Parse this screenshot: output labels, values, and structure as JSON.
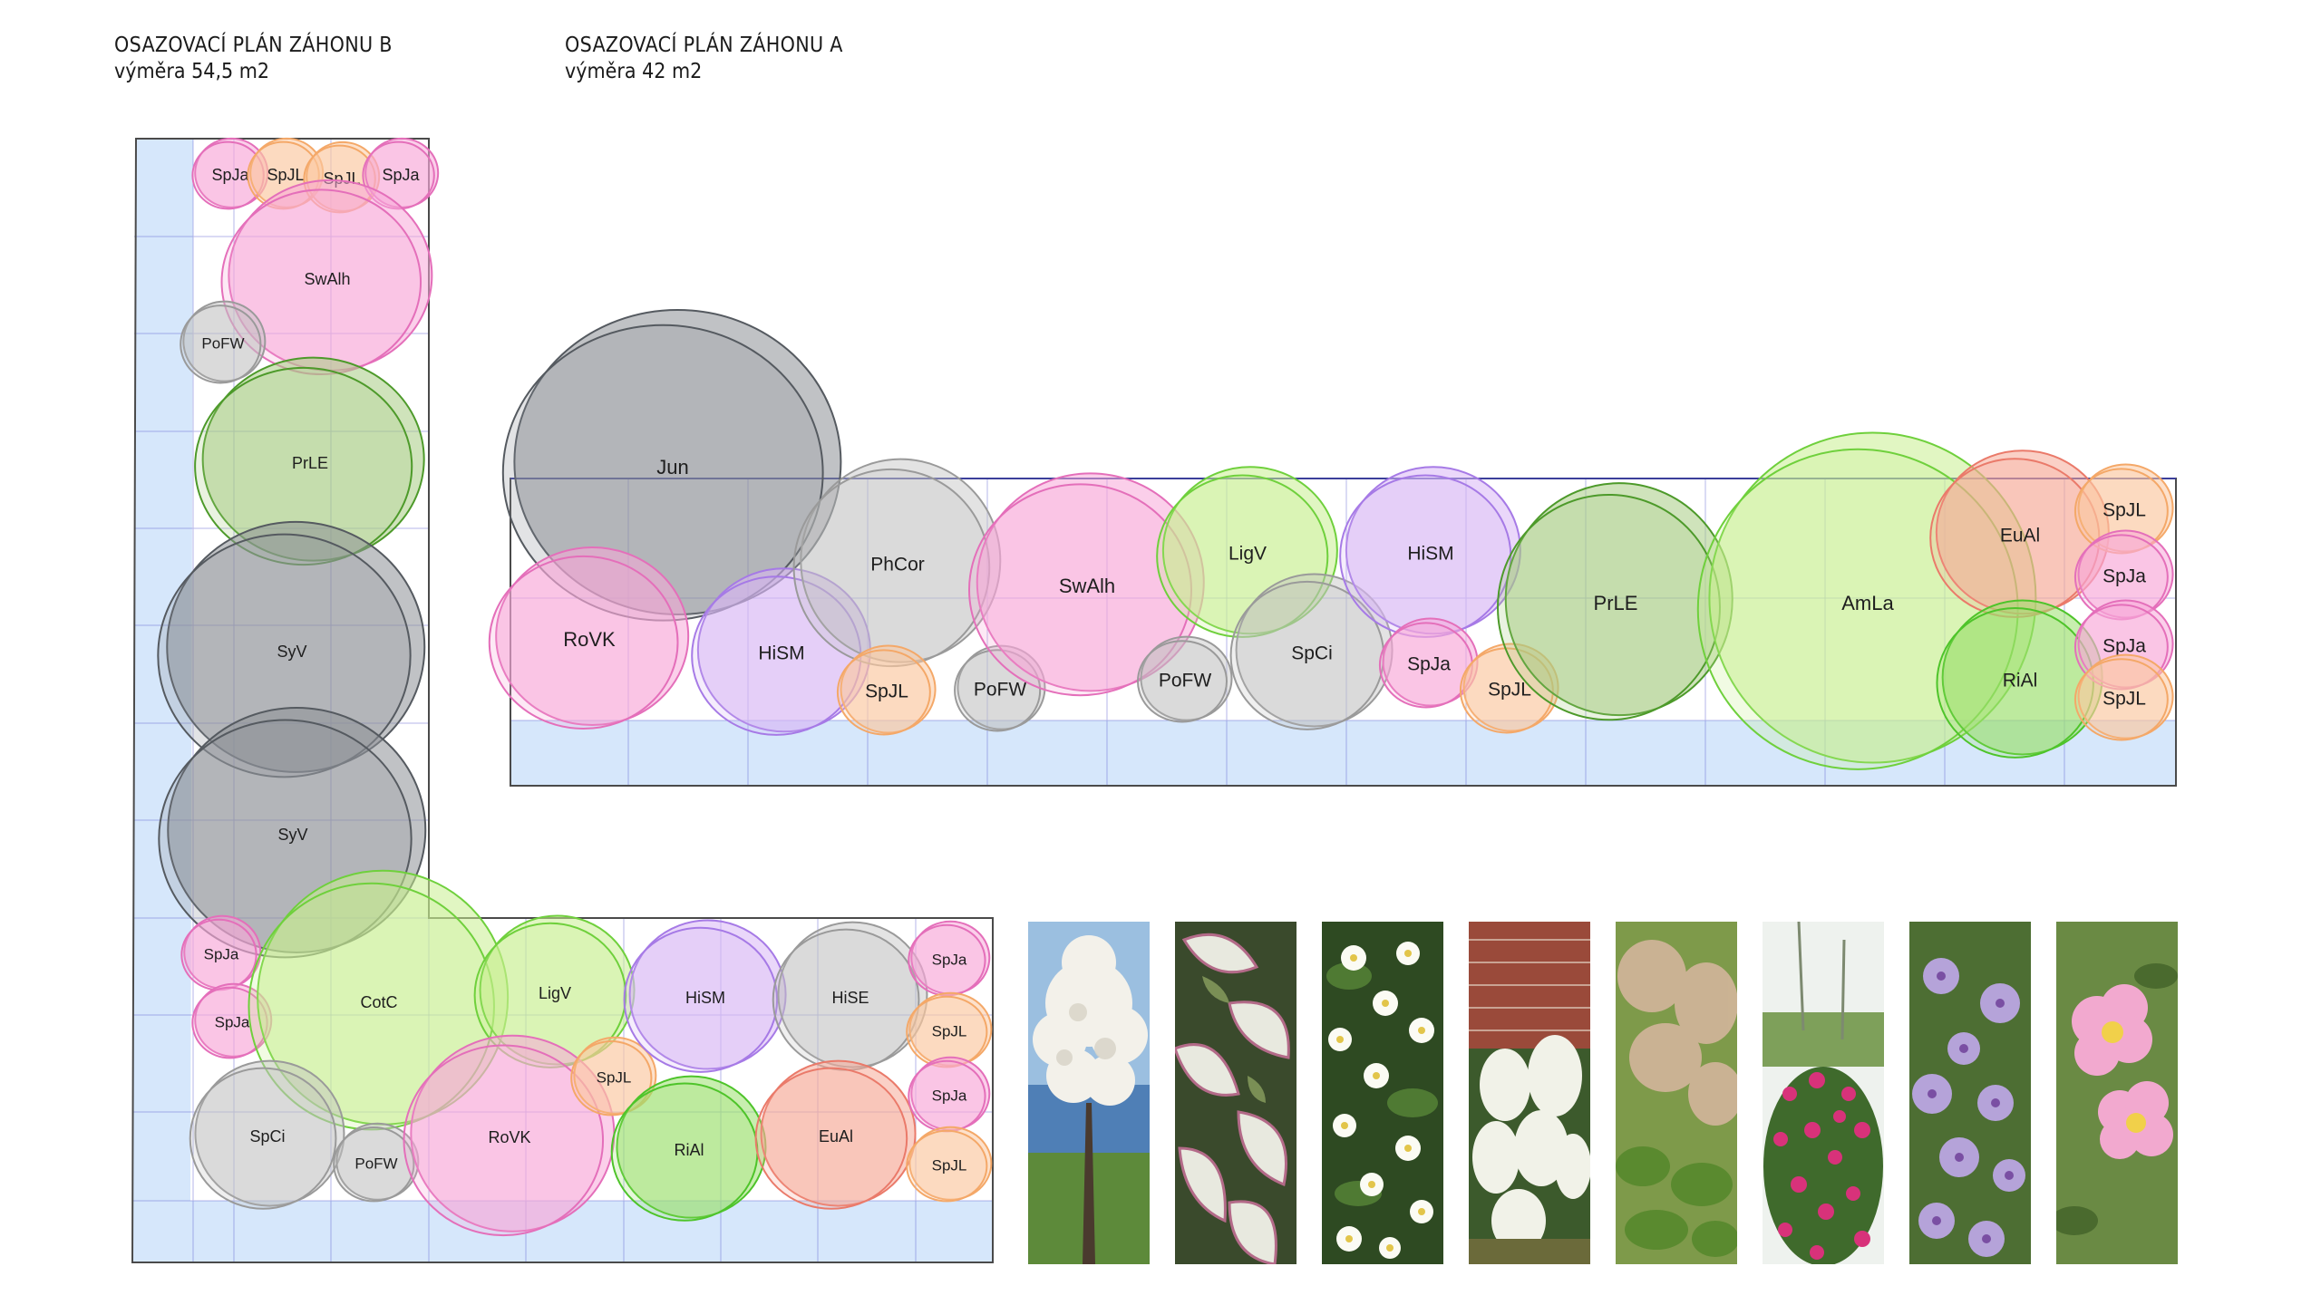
{
  "headers": {
    "bed_b": {
      "title": "OSAZOVACÍ PLÁN ZÁHONU B",
      "area": "výměra 54,5 m2"
    },
    "bed_a": {
      "title": "OSAZOVACÍ PLÁN ZÁHONU A",
      "area": "výměra 42 m2"
    }
  },
  "colors": {
    "path": "#d6e7fb",
    "grid": "#5a5fd0",
    "outline": "#4a4a4a",
    "pink": "#f7a8d8",
    "orange": "#fcc9a0",
    "grey": "#c0c0c0",
    "darkgrey": "#8d9096",
    "green_light": "#c8ef8f",
    "green_olive": "#a8cc84",
    "violet": "#d8b6f5",
    "red": "#f6a998",
    "lime": "#9be06d"
  },
  "plants_a": [
    {
      "code": "Jun",
      "name": "jun",
      "tone": "darkgrey"
    },
    {
      "code": "RoVK",
      "name": "rovk",
      "tone": "pink"
    },
    {
      "code": "HiSM",
      "name": "hism",
      "tone": "violet"
    },
    {
      "code": "PhCor",
      "name": "phcor",
      "tone": "grey"
    },
    {
      "code": "SpJL",
      "name": "spjl",
      "tone": "orange"
    },
    {
      "code": "PoFW",
      "name": "pofw",
      "tone": "grey"
    },
    {
      "code": "SwAlh",
      "name": "swalh",
      "tone": "pink"
    },
    {
      "code": "PoFW",
      "name": "pofw-2",
      "tone": "grey"
    },
    {
      "code": "LigV",
      "name": "ligv",
      "tone": "green_light"
    },
    {
      "code": "SpCi",
      "name": "spci",
      "tone": "grey"
    },
    {
      "code": "HiSM",
      "name": "hism-2",
      "tone": "violet"
    },
    {
      "code": "SpJa",
      "name": "spja",
      "tone": "pink"
    },
    {
      "code": "SpJL",
      "name": "spjl-2",
      "tone": "orange"
    },
    {
      "code": "PrLE",
      "name": "prle",
      "tone": "green_olive"
    },
    {
      "code": "AmLa",
      "name": "amla",
      "tone": "green_light"
    },
    {
      "code": "EuAl",
      "name": "eual",
      "tone": "red"
    },
    {
      "code": "RiAl",
      "name": "rial",
      "tone": "lime"
    },
    {
      "code": "SpJL",
      "name": "spjl-3",
      "tone": "orange"
    },
    {
      "code": "SpJa",
      "name": "spja-2",
      "tone": "pink"
    },
    {
      "code": "SpJa",
      "name": "spja-3",
      "tone": "pink"
    },
    {
      "code": "SpJL",
      "name": "spjl-4",
      "tone": "orange"
    }
  ],
  "plants_b": [
    {
      "code": "SpJa",
      "name": "spja",
      "tone": "pink"
    },
    {
      "code": "SpJL",
      "name": "spjl",
      "tone": "orange"
    },
    {
      "code": "SpJL",
      "name": "spjl-2",
      "tone": "orange"
    },
    {
      "code": "SpJa",
      "name": "spja-2",
      "tone": "pink"
    },
    {
      "code": "SwAlh",
      "name": "swalh",
      "tone": "pink"
    },
    {
      "code": "PoFW",
      "name": "pofw",
      "tone": "grey"
    },
    {
      "code": "PrLE",
      "name": "prle",
      "tone": "green_olive"
    },
    {
      "code": "SyV",
      "name": "syv",
      "tone": "darkgrey"
    },
    {
      "code": "SyV",
      "name": "syv-2",
      "tone": "darkgrey"
    },
    {
      "code": "SpJa",
      "name": "spja-3",
      "tone": "pink"
    },
    {
      "code": "SpJa",
      "name": "spja-4",
      "tone": "pink"
    },
    {
      "code": "CotC",
      "name": "cotc",
      "tone": "green_light"
    },
    {
      "code": "SpCi",
      "name": "spci",
      "tone": "grey"
    },
    {
      "code": "PoFW",
      "name": "pofw-2",
      "tone": "grey"
    },
    {
      "code": "LigV",
      "name": "ligv",
      "tone": "green_light"
    },
    {
      "code": "RoVK",
      "name": "rovk",
      "tone": "pink"
    },
    {
      "code": "SpJL",
      "name": "spjl-3",
      "tone": "orange"
    },
    {
      "code": "HiSM",
      "name": "hism",
      "tone": "violet"
    },
    {
      "code": "RiAl",
      "name": "rial",
      "tone": "lime"
    },
    {
      "code": "HiSE",
      "name": "hise",
      "tone": "grey"
    },
    {
      "code": "EuAl",
      "name": "eual",
      "tone": "red"
    },
    {
      "code": "SpJa",
      "name": "spja-5",
      "tone": "pink"
    },
    {
      "code": "SpJL",
      "name": "spjl-4",
      "tone": "orange"
    },
    {
      "code": "SpJa",
      "name": "spja-6",
      "tone": "pink"
    },
    {
      "code": "SpJL",
      "name": "spjl-5",
      "tone": "orange"
    }
  ],
  "photos": [
    {
      "name": "photo-amelanchier",
      "subject": "white flowering tree by water"
    },
    {
      "name": "photo-cornus-variegated",
      "subject": "pink-white variegated leaves"
    },
    {
      "name": "photo-philadelphus",
      "subject": "white flowers"
    },
    {
      "name": "photo-prunus-shrub",
      "subject": "white flowering shrub by brick wall"
    },
    {
      "name": "photo-cotinus",
      "subject": "smoke bush plumes"
    },
    {
      "name": "photo-rose-shrub",
      "subject": "pink rose shrub"
    },
    {
      "name": "photo-hibiscus",
      "subject": "lilac hibiscus flowers"
    },
    {
      "name": "photo-rosa",
      "subject": "pink wild rose"
    }
  ]
}
